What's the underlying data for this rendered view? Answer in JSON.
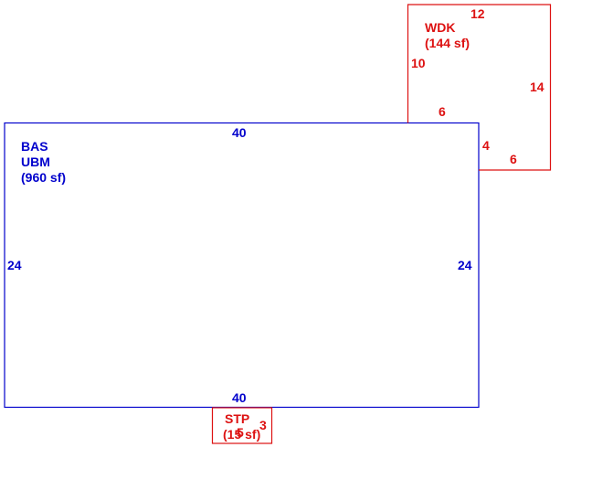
{
  "colors": {
    "bas": "#0000cc",
    "wdk": "#dd1111",
    "stp": "#dd1111"
  },
  "areas": {
    "bas": {
      "code": "BAS",
      "subcode": "UBM",
      "area": "(960 sf)",
      "dims": {
        "top": "40",
        "bottom": "40",
        "left": "24",
        "right": "24"
      }
    },
    "wdk": {
      "code": "WDK",
      "area": "(144 sf)",
      "dims": {
        "top": "12",
        "left": "10",
        "right": "14",
        "inner_bottom": "6",
        "step_side": "4",
        "step_bottom": "6"
      }
    },
    "stp": {
      "code": "STP",
      "area": "(15 sf)",
      "dims": {
        "width": "5",
        "depth": "3"
      }
    }
  }
}
